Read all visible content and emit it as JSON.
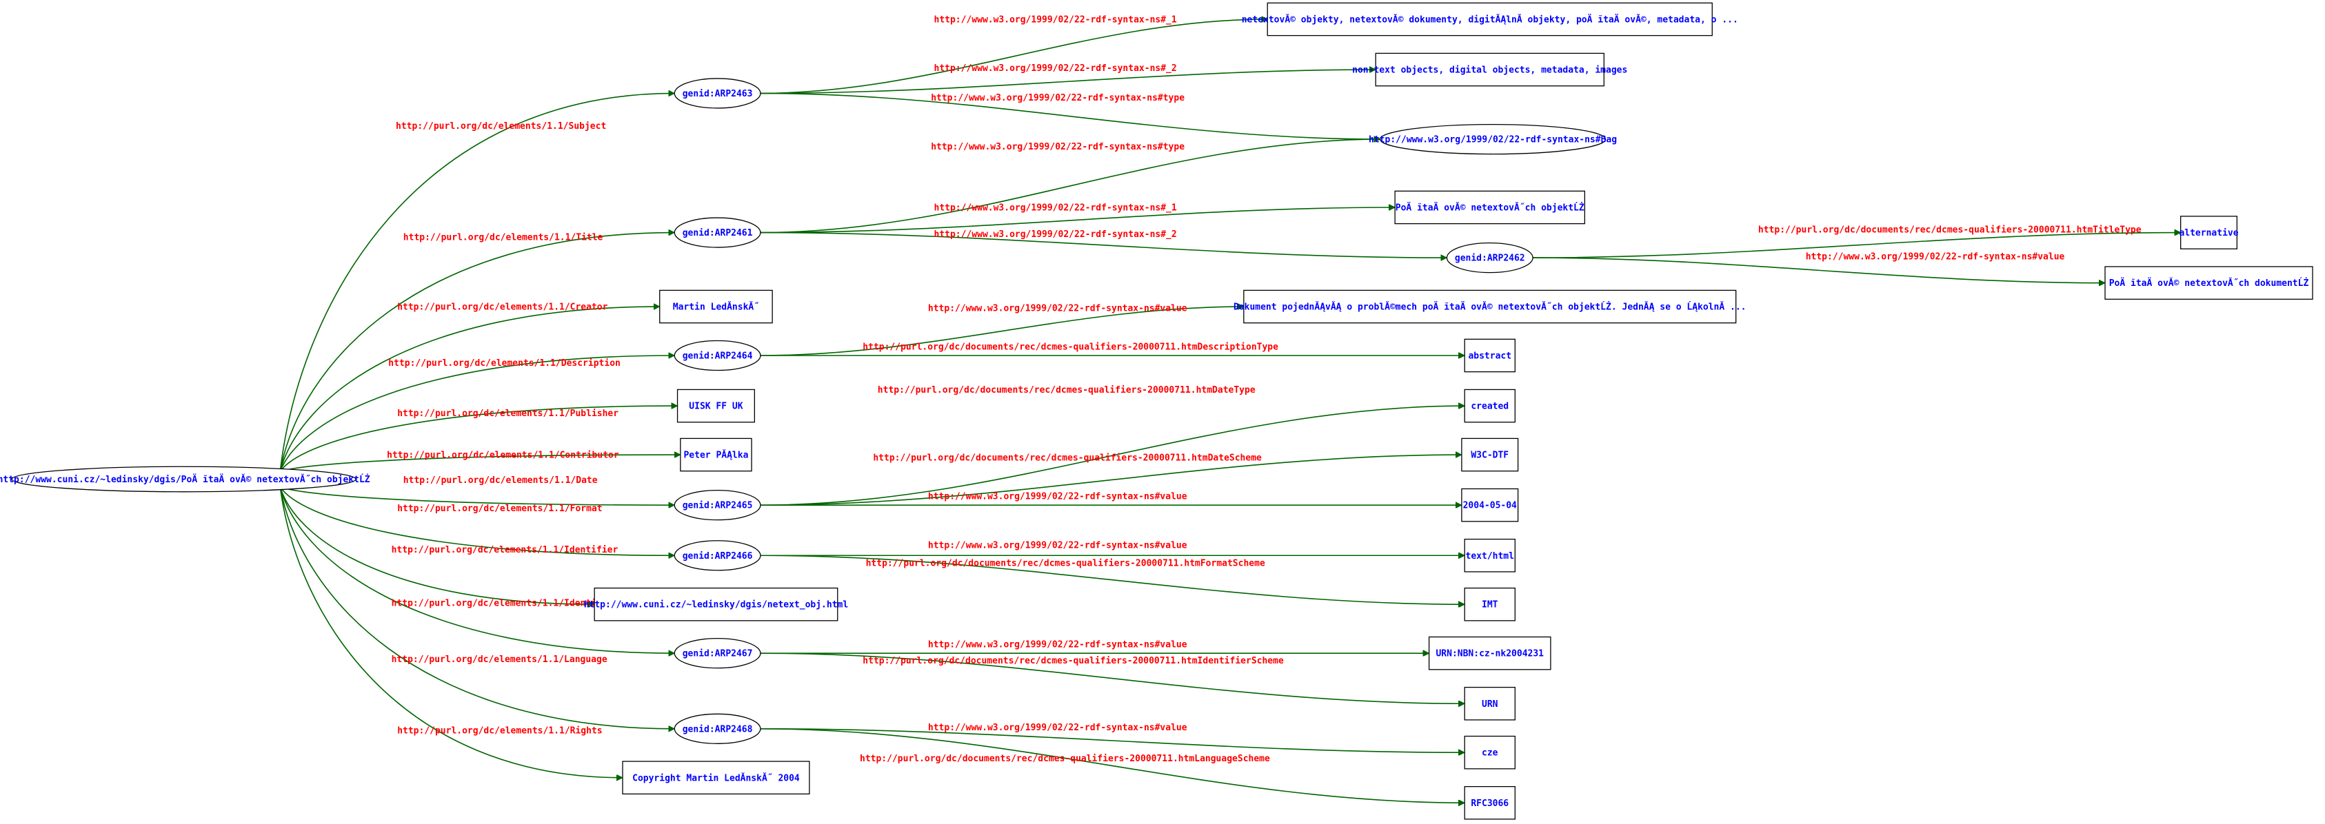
{
  "graph": {
    "nodes": [
      {
        "id": "root",
        "label": "http://www.cuni.cz/~ledinsky/dgis/PoÄ ĭtaÄ ovĂ© netextovĂ˝ch objektĹŻ",
        "shape": "ellipse"
      },
      {
        "id": "g2463",
        "label": "genid:ARP2463",
        "shape": "ellipse"
      },
      {
        "id": "g2461",
        "label": "genid:ARP2461",
        "shape": "ellipse"
      },
      {
        "id": "g2462",
        "label": "genid:ARP2462",
        "shape": "ellipse"
      },
      {
        "id": "g2464",
        "label": "genid:ARP2464",
        "shape": "ellipse"
      },
      {
        "id": "g2465",
        "label": "genid:ARP2465",
        "shape": "ellipse"
      },
      {
        "id": "g2466",
        "label": "genid:ARP2466",
        "shape": "ellipse"
      },
      {
        "id": "g2467",
        "label": "genid:ARP2467",
        "shape": "ellipse"
      },
      {
        "id": "g2468",
        "label": "genid:ARP2468",
        "shape": "ellipse"
      },
      {
        "id": "bag",
        "label": "http://www.w3.org/1999/02/22-rdf-syntax-ns#Bag",
        "shape": "ellipse"
      },
      {
        "id": "l_netext",
        "label": "netextovĂ© objekty, netextovĂ© dokumenty, digitĂĄlnĂ­ objekty, poÄ ĭtaÄ ovĂ©, metadata, o ...",
        "shape": "box"
      },
      {
        "id": "l_nontext",
        "label": "non-text objects, digital objects, metadata, images",
        "shape": "box"
      },
      {
        "id": "l_title",
        "label": "PoÄ ĭtaÄ ovĂ© netextovĂ˝ch objektĹŻ",
        "shape": "box"
      },
      {
        "id": "l_alt",
        "label": "alternative",
        "shape": "box"
      },
      {
        "id": "l_doc",
        "label": "PoÄ ĭtaÄ ovĂ© netextovĂ˝ch dokumentĹŻ",
        "shape": "box"
      },
      {
        "id": "l_martin",
        "label": "Martin LedĂ­nskĂ˝",
        "shape": "box"
      },
      {
        "id": "l_dokument",
        "label": "Dokument pojednĂĄvĂĄ o problĂ©mech poÄ ĭtaÄ ovĂ© netextovĂ˝ch objektĹŻ. JednĂĄ se o ĹĄkolnĂ­ ...",
        "shape": "box"
      },
      {
        "id": "l_abstract",
        "label": "abstract",
        "shape": "box"
      },
      {
        "id": "l_uisk",
        "label": "UISK FF UK",
        "shape": "box"
      },
      {
        "id": "l_created",
        "label": "created",
        "shape": "box"
      },
      {
        "id": "l_peter",
        "label": "Peter PĂĄlka",
        "shape": "box"
      },
      {
        "id": "l_w3cdtf",
        "label": "W3C-DTF",
        "shape": "box"
      },
      {
        "id": "l_date",
        "label": "2004-05-04",
        "shape": "box"
      },
      {
        "id": "l_texthtml",
        "label": "text/html",
        "shape": "box"
      },
      {
        "id": "l_imt",
        "label": "IMT",
        "shape": "box"
      },
      {
        "id": "l_url",
        "label": "http://www.cuni.cz/~ledinsky/dgis/netext_obj.html",
        "shape": "box"
      },
      {
        "id": "l_urn",
        "label": "URN:NBN:cz-nk2004231",
        "shape": "box"
      },
      {
        "id": "l_urn2",
        "label": "URN",
        "shape": "box"
      },
      {
        "id": "l_cze",
        "label": "cze",
        "shape": "box"
      },
      {
        "id": "l_copy",
        "label": "Copyright Martin LedĂ­nskĂ˝ 2004",
        "shape": "box"
      },
      {
        "id": "l_rfc",
        "label": "RFC3066",
        "shape": "box"
      }
    ],
    "edges": [
      {
        "from": "root",
        "to": "g2463",
        "label": "http://purl.org/dc/elements/1.1/Subject"
      },
      {
        "from": "root",
        "to": "g2461",
        "label": "http://purl.org/dc/elements/1.1/Title"
      },
      {
        "from": "root",
        "to": "l_martin",
        "label": "http://purl.org/dc/elements/1.1/Creator"
      },
      {
        "from": "root",
        "to": "g2464",
        "label": "http://purl.org/dc/elements/1.1/Description"
      },
      {
        "from": "root",
        "to": "l_uisk",
        "label": "http://purl.org/dc/elements/1.1/Publisher"
      },
      {
        "from": "root",
        "to": "l_peter",
        "label": "http://purl.org/dc/elements/1.1/Contributor"
      },
      {
        "from": "root",
        "to": "g2465",
        "label": "http://purl.org/dc/elements/1.1/Date"
      },
      {
        "from": "root",
        "to": "g2466",
        "label": "http://purl.org/dc/elements/1.1/Format"
      },
      {
        "from": "root",
        "to": "l_url",
        "label": "http://purl.org/dc/elements/1.1/Identifier"
      },
      {
        "from": "root",
        "to": "g2467",
        "label": "http://purl.org/dc/elements/1.1/Identifier"
      },
      {
        "from": "root",
        "to": "g2468",
        "label": "http://purl.org/dc/elements/1.1/Language"
      },
      {
        "from": "root",
        "to": "l_copy",
        "label": "http://purl.org/dc/elements/1.1/Rights"
      },
      {
        "from": "g2463",
        "to": "l_netext",
        "label": "http://www.w3.org/1999/02/22-rdf-syntax-ns#_1"
      },
      {
        "from": "g2463",
        "to": "l_nontext",
        "label": "http://www.w3.org/1999/02/22-rdf-syntax-ns#_2"
      },
      {
        "from": "g2463",
        "to": "bag",
        "label": "http://www.w3.org/1999/02/22-rdf-syntax-ns#type"
      },
      {
        "from": "g2461",
        "to": "bag",
        "label": "http://www.w3.org/1999/02/22-rdf-syntax-ns#type"
      },
      {
        "from": "g2461",
        "to": "l_title",
        "label": "http://www.w3.org/1999/02/22-rdf-syntax-ns#_1"
      },
      {
        "from": "g2461",
        "to": "g2462",
        "label": "http://www.w3.org/1999/02/22-rdf-syntax-ns#_2"
      },
      {
        "from": "g2462",
        "to": "l_alt",
        "label": "http://purl.org/dc/documents/rec/dcmes-qualifiers-20000711.htmTitleType"
      },
      {
        "from": "g2462",
        "to": "l_doc",
        "label": "http://www.w3.org/1999/02/22-rdf-syntax-ns#value"
      },
      {
        "from": "g2464",
        "to": "l_dokument",
        "label": "http://www.w3.org/1999/02/22-rdf-syntax-ns#value"
      },
      {
        "from": "g2464",
        "to": "l_abstract",
        "label": "http://purl.org/dc/documents/rec/dcmes-qualifiers-20000711.htmDescriptionType"
      },
      {
        "from": "g2465",
        "to": "l_created",
        "label": "http://purl.org/dc/documents/rec/dcmes-qualifiers-20000711.htmDateType"
      },
      {
        "from": "g2465",
        "to": "l_w3cdtf",
        "label": "http://purl.org/dc/documents/rec/dcmes-qualifiers-20000711.htmDateScheme"
      },
      {
        "from": "g2465",
        "to": "l_date",
        "label": "http://www.w3.org/1999/02/22-rdf-syntax-ns#value"
      },
      {
        "from": "g2466",
        "to": "l_texthtml",
        "label": "http://www.w3.org/1999/02/22-rdf-syntax-ns#value"
      },
      {
        "from": "g2466",
        "to": "l_imt",
        "label": "http://purl.org/dc/documents/rec/dcmes-qualifiers-20000711.htmFormatScheme"
      },
      {
        "from": "g2467",
        "to": "l_urn",
        "label": "http://www.w3.org/1999/02/22-rdf-syntax-ns#value"
      },
      {
        "from": "g2467",
        "to": "l_urn2",
        "label": "http://purl.org/dc/documents/rec/dcmes-qualifiers-20000711.htmIdentifierScheme"
      },
      {
        "from": "g2468",
        "to": "l_cze",
        "label": "http://www.w3.org/1999/02/22-rdf-syntax-ns#value"
      },
      {
        "from": "g2468",
        "to": "l_rfc",
        "label": "http://purl.org/dc/documents/rec/dcmes-qualifiers-20000711.htmLanguageScheme"
      }
    ]
  }
}
